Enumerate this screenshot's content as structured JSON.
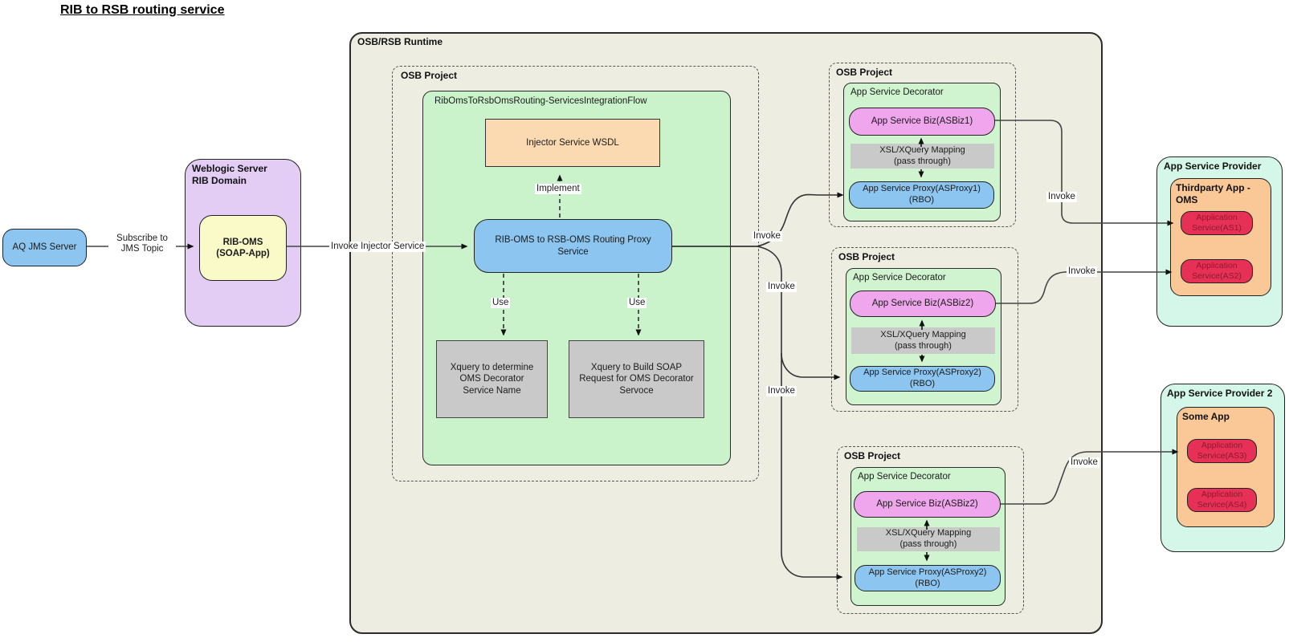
{
  "title": "RIB to RSB routing service",
  "nodes": {
    "aq_jms": "AQ JMS Server",
    "weblogic_title": "Weblogic Server\nRIB Domain",
    "rib_oms": "RIB-OMS\n(SOAP-App)",
    "runtime_title": "OSB/RSB Runtime",
    "osb_project_label": "OSB Project",
    "flow_title": "RibOmsToRsbOmsRouting-ServicesIntegrationFlow",
    "wsdl": "Injector Service WSDL",
    "routing_proxy": "RIB-OMS to RSB-OMS Routing Proxy Service",
    "xquery_name": "Xquery to determine OMS Decorator Service Name",
    "xquery_soap": "Xquery to Build SOAP Request for OMS Decorator Servoce"
  },
  "edges": {
    "subscribe": "Subscribe to\nJMS Topic",
    "invoke_injector": "Invoke Injector Service",
    "implement": "Implement",
    "use": "Use",
    "invoke": "Invoke"
  },
  "decorators": [
    {
      "project_label": "OSB Project",
      "title": "App Service Decorator",
      "biz": "App Service Biz(ASBiz1)",
      "mapping": "XSL/XQuery Mapping\n(pass through)",
      "proxy": "App Service Proxy(ASProxy1)\n(RBO)"
    },
    {
      "project_label": "OSB Project",
      "title": "App Service Decorator",
      "biz": "App Service Biz(ASBiz2)",
      "mapping": "XSL/XQuery Mapping\n(pass through)",
      "proxy": "App Service Proxy(ASProxy2)\n(RBO)"
    },
    {
      "project_label": "OSB Project",
      "title": "App Service Decorator",
      "biz": "App Service Biz(ASBiz2)",
      "mapping": "XSL/XQuery Mapping\n(pass through)",
      "proxy": "App Service Proxy(ASProxy2)\n(RBO)"
    }
  ],
  "providers": [
    {
      "title": "App Service Provider",
      "app": "Thirdparty App -\nOMS",
      "services": [
        "Application Service(AS1)",
        "Application Service(AS2)"
      ]
    },
    {
      "title": "App Service Provider 2",
      "app": "Some App",
      "services": [
        "Application Service(AS3)",
        "Application Service(AS4)"
      ]
    }
  ],
  "colors": {
    "box_blue": "#8CC5EF",
    "box_yellow": "#FAFAC9",
    "box_purple": "#E3CDF5",
    "flow_green": "#CBF3CB",
    "decorator_green": "#CFF4CF",
    "wsdl_orange": "#FBDAB2",
    "mapping_gray": "#C9C9C9",
    "biz_pink": "#F0A6EC",
    "provider_mint": "#D4F7E9",
    "app_orange": "#FAC897",
    "service_red": "#E63056",
    "runtime_bg": "#EDEDE2"
  }
}
